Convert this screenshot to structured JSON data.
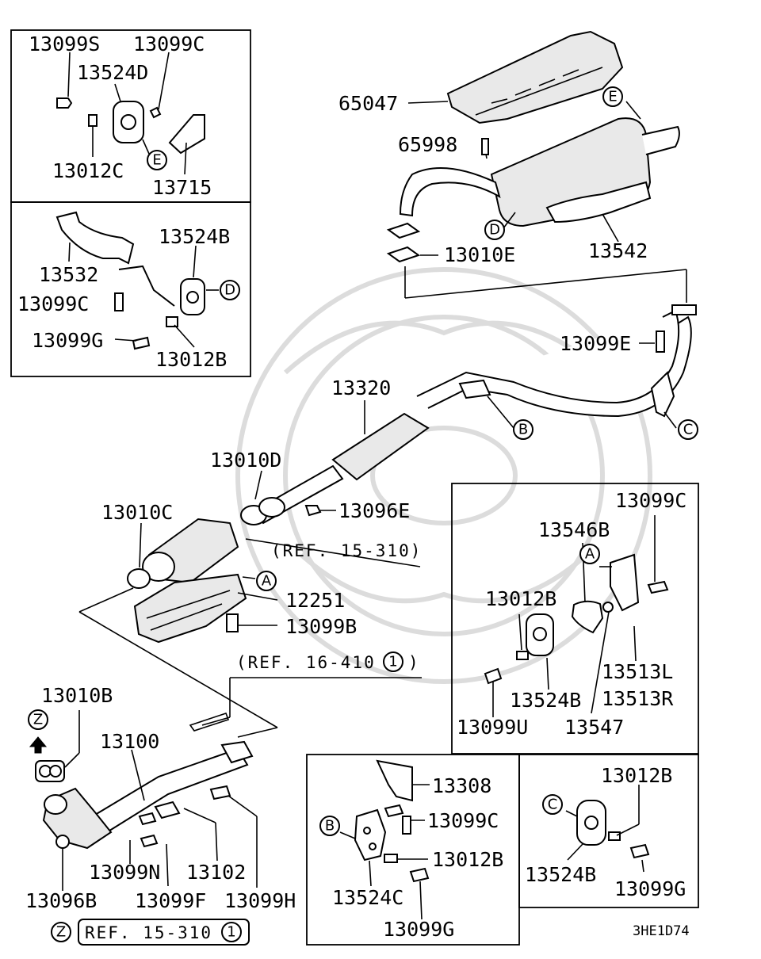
{
  "diagram": {
    "code": "3HE1D74",
    "ref_15_310": "(REF. 15-310)",
    "ref_16_410": "(REF. 16-410",
    "ref_16_410_num": "1",
    "ref_z_label": "REF. 15-310",
    "ref_z_num": "1",
    "callouts": {
      "A": "A",
      "B": "B",
      "C": "C",
      "D": "D",
      "E": "E",
      "Z": "Z"
    },
    "parts": {
      "p13099S": "13099S",
      "p13099C_a": "13099C",
      "p13524D": "13524D",
      "p13012C": "13012C",
      "p13715": "13715",
      "p13524B_a": "13524B",
      "p13532": "13532",
      "p13099C_b": "13099C",
      "p13099G_a": "13099G",
      "p13012B_a": "13012B",
      "p65047": "65047",
      "p65998": "65998",
      "p13010E": "13010E",
      "p13542": "13542",
      "p13099E": "13099E",
      "p13320": "13320",
      "p13010D": "13010D",
      "p13096E": "13096E",
      "p13010C": "13010C",
      "p12251": "12251",
      "p13099B": "13099B",
      "p13099C_c": "13099C",
      "p13546B": "13546B",
      "p13012B_b": "13012B",
      "p13513L": "13513L",
      "p13513R": "13513R",
      "p13524B_b": "13524B",
      "p13099U": "13099U",
      "p13547": "13547",
      "p13010B": "13010B",
      "p13100": "13100",
      "p13096B": "13096B",
      "p13099N": "13099N",
      "p13099F": "13099F",
      "p13102": "13102",
      "p13099H": "13099H",
      "p13308": "13308",
      "p13099C_d": "13099C",
      "p13012B_c": "13012B",
      "p13524C": "13524C",
      "p13099G_b": "13099G",
      "p13012B_d": "13012B",
      "p13524B_c": "13524B",
      "p13099G_c": "13099G"
    }
  }
}
